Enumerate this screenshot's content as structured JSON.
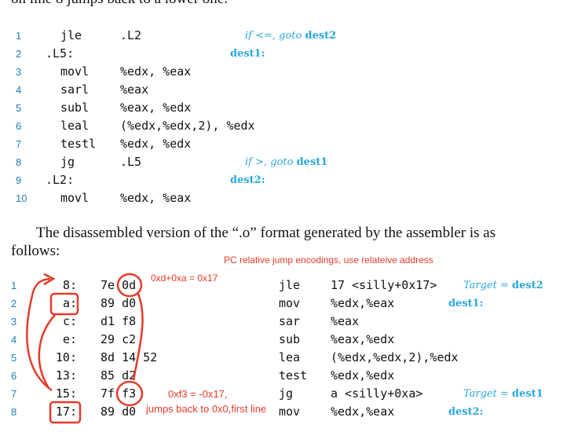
{
  "top_fragment": "on line 8 jumps back to a lower one.",
  "asm_listing": [
    {
      "n": "1",
      "label": "",
      "op": "jle",
      "args": ".L2",
      "c_pre": "if <=, goto ",
      "c_dest": "dest2"
    },
    {
      "n": "2",
      "label": ".L5:",
      "op": "",
      "args": "",
      "c_pre": "",
      "c_dest": "dest1:"
    },
    {
      "n": "3",
      "label": "",
      "op": "movl",
      "args": "%edx, %eax",
      "c_pre": "",
      "c_dest": ""
    },
    {
      "n": "4",
      "label": "",
      "op": "sarl",
      "args": "%eax",
      "c_pre": "",
      "c_dest": ""
    },
    {
      "n": "5",
      "label": "",
      "op": "subl",
      "args": "%eax, %edx",
      "c_pre": "",
      "c_dest": ""
    },
    {
      "n": "6",
      "label": "",
      "op": "leal",
      "args": "(%edx,%edx,2), %edx",
      "c_pre": "",
      "c_dest": ""
    },
    {
      "n": "7",
      "label": "",
      "op": "testl",
      "args": "%edx, %edx",
      "c_pre": "",
      "c_dest": ""
    },
    {
      "n": "8",
      "label": "",
      "op": "jg",
      "args": ".L5",
      "c_pre": "if >, goto ",
      "c_dest": "dest1"
    },
    {
      "n": "9",
      "label": ".L2:",
      "op": "",
      "args": "",
      "c_pre": "",
      "c_dest": "dest2:"
    },
    {
      "n": "10",
      "label": "",
      "op": "movl",
      "args": "%edx, %eax",
      "c_pre": "",
      "c_dest": ""
    }
  ],
  "paragraph_line1": "The disassembled version of the “.o” format generated by the assembler is as",
  "paragraph_line2": "follows:",
  "annotation_title": "PC relative jump encodings, use relateive address",
  "annotation_0d": "0xd+0xa = 0x17",
  "annotation_f3_line1": "0xf3 = -0x17,",
  "annotation_f3_line2": "jumps back to 0x0,first line",
  "disasm": [
    {
      "n": "1",
      "addr": "8:",
      "bytes": "7e 0d",
      "op": "jle",
      "args": "17 <silly+0x17>",
      "c_pre": "Target = ",
      "c_dest": "dest2"
    },
    {
      "n": "2",
      "addr": "a:",
      "bytes": "89 d0",
      "op": "mov",
      "args": "%edx,%eax",
      "c_pre": "",
      "c_dest": "dest1:"
    },
    {
      "n": "3",
      "addr": "c:",
      "bytes": "d1 f8",
      "op": "sar",
      "args": "%eax",
      "c_pre": "",
      "c_dest": ""
    },
    {
      "n": "4",
      "addr": "e:",
      "bytes": "29 c2",
      "op": "sub",
      "args": "%eax,%edx",
      "c_pre": "",
      "c_dest": ""
    },
    {
      "n": "5",
      "addr": "10:",
      "bytes": "8d 14 52",
      "op": "lea",
      "args": "(%edx,%edx,2),%edx",
      "c_pre": "",
      "c_dest": ""
    },
    {
      "n": "6",
      "addr": "13:",
      "bytes": "85 d2",
      "op": "test",
      "args": "%edx,%edx",
      "c_pre": "",
      "c_dest": ""
    },
    {
      "n": "7",
      "addr": "15:",
      "bytes": "7f f3",
      "op": "jg",
      "args": "a <silly+0xa>",
      "c_pre": "Target = ",
      "c_dest": "dest1"
    },
    {
      "n": "8",
      "addr": "17:",
      "bytes": "89 d0",
      "op": "mov",
      "args": "%edx,%eax",
      "c_pre": "",
      "c_dest": "dest2:"
    }
  ],
  "colors": {
    "comment": "#2aa7dc",
    "line_number": "#1a7fb8",
    "annotation": "#e53b2a",
    "text": "#111111"
  }
}
